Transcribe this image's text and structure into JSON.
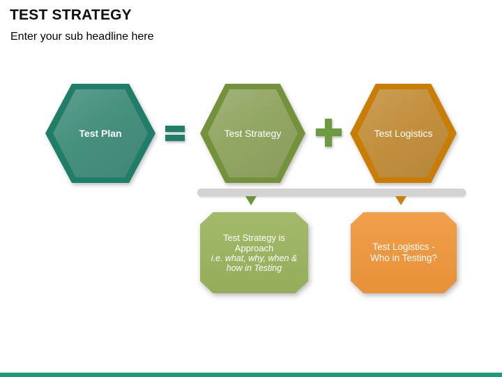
{
  "header": {
    "title": "TEST STRATEGY",
    "subtitle": "Enter your sub headline here"
  },
  "diagram": {
    "hexagons": [
      {
        "label": "Test Plan"
      },
      {
        "label": "Test Strategy"
      },
      {
        "label": "Test Logistics"
      }
    ],
    "operators": {
      "equals": "=",
      "plus": "+"
    },
    "callouts": {
      "strategy": {
        "line1": "Test Strategy is",
        "line2": "Approach",
        "note1": "i.e. what, why, when &",
        "note2": "how in Testing"
      },
      "logistics": {
        "line1": "Test Logistics -",
        "line2": "Who in Testing?"
      }
    }
  },
  "colors": {
    "teal_border": "#1F7D68",
    "teal_fill": "#46907E",
    "green_border": "#73923A",
    "green_fill": "#93A764",
    "orange_border": "#C97D05",
    "orange_fill": "#C3903E",
    "callout_green": "#9AB45E",
    "callout_orange": "#F0973B",
    "divider_gray": "#D2D2D2",
    "arrow_green": "#67943D",
    "arrow_orange": "#C8800E",
    "footer_teal": "#21997C",
    "text_white": "#FFFFFF",
    "title_black": "#0D0D0D"
  }
}
